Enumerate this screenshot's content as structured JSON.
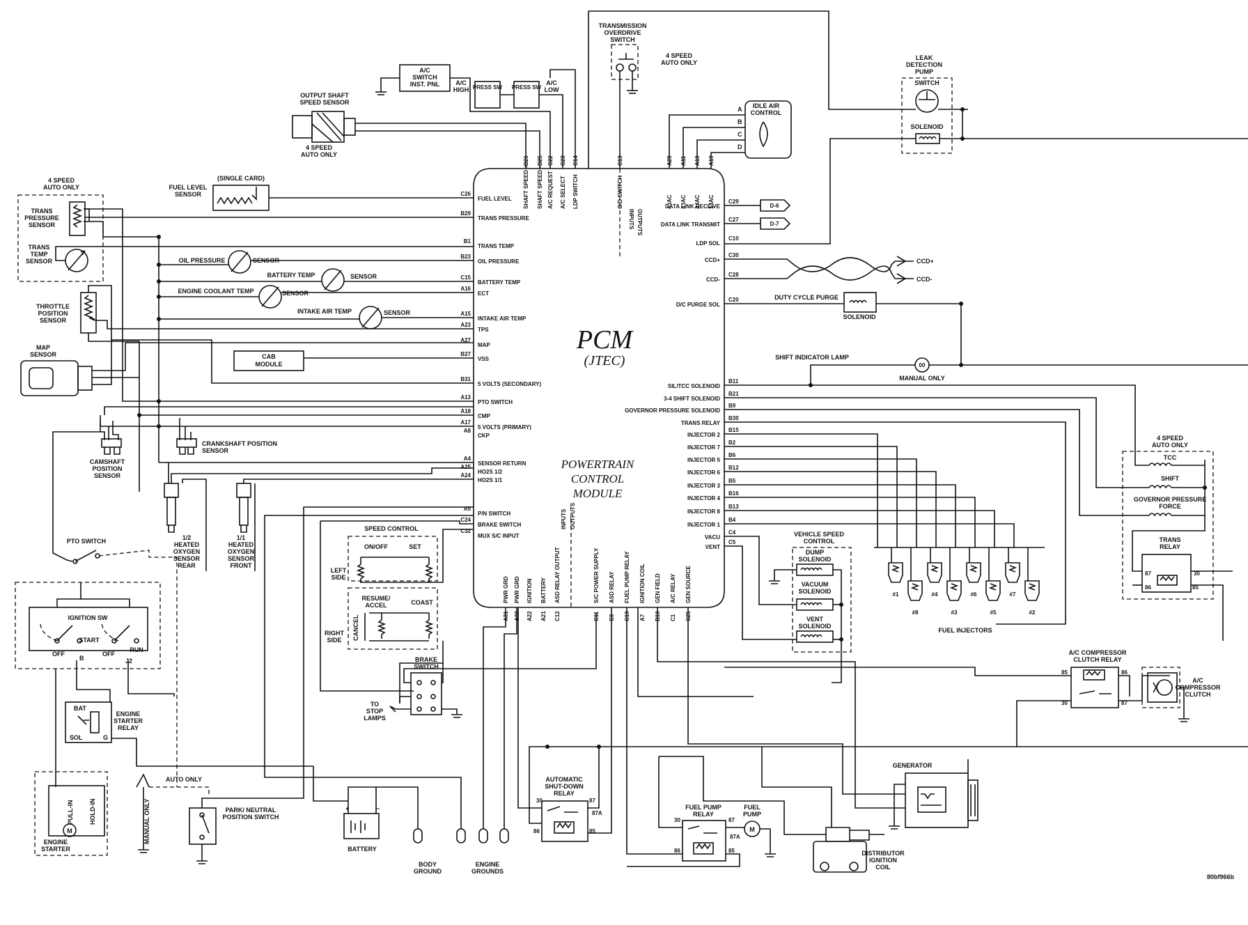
{
  "pcm": {
    "title": "PCM",
    "subtitle": "(JTEC)",
    "full_name": [
      "POWERTRAIN",
      "CONTROL",
      "MODULE"
    ],
    "left_pins": [
      {
        "pin": "C26",
        "label": "FUEL LEVEL"
      },
      {
        "pin": "B29",
        "label": "TRANS PRESSURE"
      },
      {
        "pin": "B1",
        "label": "TRANS TEMP"
      },
      {
        "pin": "B23",
        "label": "OIL PRESSURE"
      },
      {
        "pin": "C15",
        "label": "BATTERY TEMP"
      },
      {
        "pin": "A16",
        "label": "ECT"
      },
      {
        "pin": "A15",
        "label": "INTAKE AIR TEMP"
      },
      {
        "pin": "A23",
        "label": "TPS"
      },
      {
        "pin": "A27",
        "label": "MAP"
      },
      {
        "pin": "B27",
        "label": "VSS"
      },
      {
        "pin": "B31",
        "label": "5 VOLTS (SECONDARY)"
      },
      {
        "pin": "A13",
        "label": "PTO SWITCH"
      },
      {
        "pin": "A18",
        "label": "CMP"
      },
      {
        "pin": "A17",
        "label": "5 VOLTS (PRIMARY)"
      },
      {
        "pin": "A8",
        "label": "CKP"
      },
      {
        "pin": "A4",
        "label": "SENSOR RETURN"
      },
      {
        "pin": "A25",
        "label": "HO2S 1/2"
      },
      {
        "pin": "A24",
        "label": "HO2S 1/1"
      },
      {
        "pin": "A5",
        "label": "P/N SWITCH"
      },
      {
        "pin": "C24",
        "label": "BRAKE SWITCH"
      },
      {
        "pin": "C32",
        "label": "MUX S/C INPUT"
      }
    ],
    "top_pins": [
      {
        "pin": "B26",
        "label": "SHAFT SPEED +"
      },
      {
        "pin": "B25",
        "label": "SHAFT SPEED -"
      },
      {
        "pin": "C22",
        "label": "A/C REQUEST"
      },
      {
        "pin": "C23",
        "label": "A/C SELECT"
      },
      {
        "pin": "C14",
        "label": "LDP SWITCH"
      },
      {
        "pin": "C13",
        "label": "O/D SWITCH"
      },
      {
        "pin": "A20",
        "label": "4 IAC"
      },
      {
        "pin": "A11",
        "label": "3 IAC"
      },
      {
        "pin": "A10",
        "label": "2 IAC"
      },
      {
        "pin": "A19",
        "label": "1 IAC"
      }
    ],
    "right_pins": [
      {
        "pin": "C29",
        "label": "DATA LINK RECEIVE"
      },
      {
        "pin": "C27",
        "label": "DATA LINK TRANSMIT"
      },
      {
        "pin": "C10",
        "label": "LDP SOL"
      },
      {
        "pin": "C30",
        "label": "CCD+"
      },
      {
        "pin": "C28",
        "label": "CCD-"
      },
      {
        "pin": "C20",
        "label": "D/C PURGE SOL"
      },
      {
        "pin": "B11",
        "label": "SIL/TCC SOLENOID"
      },
      {
        "pin": "B21",
        "label": "3-4 SHIFT SOLENOID"
      },
      {
        "pin": "B9",
        "label": "GOVERNOR PRESSURE SOLENOID"
      },
      {
        "pin": "B30",
        "label": "TRANS RELAY"
      },
      {
        "pin": "B15",
        "label": "INJECTOR 2"
      },
      {
        "pin": "B2",
        "label": "INJECTOR 7"
      },
      {
        "pin": "B6",
        "label": "INJECTOR 5"
      },
      {
        "pin": "B12",
        "label": "INJECTOR 6"
      },
      {
        "pin": "B5",
        "label": "INJECTOR 3"
      },
      {
        "pin": "B16",
        "label": "INJECTOR 4"
      },
      {
        "pin": "B13",
        "label": "INJECTOR 8"
      },
      {
        "pin": "B4",
        "label": "INJECTOR 1"
      },
      {
        "pin": "C4",
        "label": "VACU"
      },
      {
        "pin": "C5",
        "label": "VENT"
      }
    ],
    "bottom_pins": [
      {
        "pin": "A31",
        "label": "PWR GRD"
      },
      {
        "pin": "A32",
        "label": "PWR GRD"
      },
      {
        "pin": "A22",
        "label": "IGNITION"
      },
      {
        "pin": "A21",
        "label": "BATTERY"
      },
      {
        "pin": "C12",
        "label": "ASD RELAY OUTPUT"
      },
      {
        "pin": "C11",
        "label": "S/C POWER SUPPLY"
      },
      {
        "pin": "C3",
        "label": "ASD RELAY"
      },
      {
        "pin": "C19",
        "label": "FUEL PUMP RELAY"
      },
      {
        "pin": "A7",
        "label": "IGNITION COIL"
      },
      {
        "pin": "B10",
        "label": "GEN FIELD"
      },
      {
        "pin": "C1",
        "label": "A/C RELAY"
      },
      {
        "pin": "C25",
        "label": "GEN SOURCE"
      }
    ],
    "io_marks": [
      "INPUTS",
      "OUTPUTS"
    ]
  },
  "components": {
    "trans_od_switch": [
      "TRANSMISSION",
      "OVERDRIVE",
      "SWITCH"
    ],
    "speed4_auto_only": [
      "4 SPEED",
      "AUTO ONLY"
    ],
    "ac_switch": [
      "A/C",
      "SWITCH",
      "INST. PNL"
    ],
    "press_sw": "PRESS SW",
    "ac_high": [
      "A/C",
      "HIGH"
    ],
    "ac_low": [
      "A/C",
      "LOW"
    ],
    "output_shaft": [
      "OUTPUT SHAFT",
      "SPEED SENSOR"
    ],
    "idle_air": [
      "IDLE AIR",
      "CONTROL"
    ],
    "iac_letters": [
      "A",
      "B",
      "C",
      "D"
    ],
    "leak_pump": [
      "LEAK",
      "DETECTION",
      "PUMP"
    ],
    "switch": "SWITCH",
    "solenoid": "SOLENOID",
    "fuel_level": [
      "FUEL LEVEL",
      "SENSOR"
    ],
    "single_card": "(SINGLE CARD)",
    "trans_pressure": [
      "TRANS",
      "PRESSURE",
      "SENSOR"
    ],
    "trans_temp": [
      "TRANS",
      "TEMP",
      "SENSOR"
    ],
    "oil_pressure": "OIL PRESSURE",
    "sensor": "SENSOR",
    "battery_temp": "BATTERY TEMP",
    "engine_coolant": "ENGINE COOLANT TEMP",
    "intake_air": "INTAKE AIR TEMP",
    "throttle": [
      "THROTTLE",
      "POSITION",
      "SENSOR"
    ],
    "map_sensor": [
      "MAP",
      "SENSOR"
    ],
    "cab_module": [
      "CAB",
      "MODULE"
    ],
    "camshaft": [
      "CAMSHAFT",
      "POSITION",
      "SENSOR"
    ],
    "crankshaft": [
      "CRANKSHAFT POSITION",
      "SENSOR"
    ],
    "o2_rear": [
      "1/2",
      "HEATED",
      "OXYGEN",
      "SENSOR",
      "REAR"
    ],
    "o2_front": [
      "1/1",
      "HEATED",
      "OXYGEN",
      "SENSOR",
      "FRONT"
    ],
    "pto_switch": "PTO SWITCH",
    "speed_control": "SPEED CONTROL",
    "on_off": "ON/OFF",
    "set": "SET",
    "left_side": [
      "LEFT",
      "SIDE"
    ],
    "right_side": [
      "RIGHT",
      "SIDE"
    ],
    "resume": [
      "RESUME/",
      "ACCEL"
    ],
    "coast": "COAST",
    "cancel": "CANCEL",
    "ignition_sw": "IGNITION SW",
    "start": "START",
    "run": "RUN",
    "off": "OFF",
    "bat": "BAT",
    "sol": "SOL",
    "g": "G",
    "b": "B",
    "j2": "J2",
    "starter_relay": [
      "ENGINE",
      "STARTER",
      "RELAY"
    ],
    "starter": [
      "ENGINE",
      "STARTER"
    ],
    "pull_in": "PULL-IN",
    "hold_in": "HOLD-IN",
    "manual_only": "MANUAL ONLY",
    "auto_only": "AUTO ONLY",
    "park_neutral": [
      "PARK/ NEUTRAL",
      "POSITION SWITCH"
    ],
    "brake_switch": [
      "BRAKE",
      "SWITCH"
    ],
    "to_stop": [
      "TO",
      "STOP",
      "LAMPS"
    ],
    "battery": "BATTERY",
    "body_ground": [
      "BODY",
      "GROUND"
    ],
    "engine_grounds": [
      "ENGINE",
      "GROUNDS"
    ],
    "asd_relay": [
      "AUTOMATIC",
      "SHUT-DOWN",
      "RELAY"
    ],
    "fuel_pump_relay": [
      "FUEL PUMP",
      "RELAY"
    ],
    "fuel_pump": [
      "FUEL",
      "PUMP"
    ],
    "relay_terms": [
      "30",
      "87",
      "87A",
      "86",
      "85"
    ],
    "distributor": [
      "DISTRIBUTOR",
      "IGNITION",
      "COIL"
    ],
    "generator": "GENERATOR",
    "vehicle_speed": [
      "VEHICLE SPEED",
      "CONTROL"
    ],
    "dump": [
      "DUMP",
      "SOLENOID"
    ],
    "vacuum": [
      "VACUUM",
      "SOLENOID"
    ],
    "vent": [
      "VENT",
      "SOLENOID"
    ],
    "fuel_injectors": "FUEL INJECTORS",
    "injector_nums": [
      "#1",
      "#8",
      "#4",
      "#3",
      "#6",
      "#5",
      "#7",
      "#2"
    ],
    "tcc": "TCC",
    "shift": "SHIFT",
    "gov_pressure": [
      "GOVERNOR PRESSURE",
      "FORCE"
    ],
    "trans_relay": [
      "TRANS",
      "RELAY"
    ],
    "ac_comp_relay": [
      "A/C COMPRESSOR",
      "CLUTCH RELAY"
    ],
    "ac_comp_clutch": [
      "A/C",
      "COMPRESSOR",
      "CLUTCH"
    ],
    "shift_lamp": "SHIFT INDICATOR LAMP",
    "manual_only_lamp": "MANUAL ONLY",
    "duty_cycle": "DUTY CYCLE PURGE",
    "purge_solenoid": "SOLENOID",
    "d6": "D-6",
    "d7": "D-7",
    "ccd_plus": "CCD+",
    "ccd_minus": "CCD-",
    "m": "M"
  },
  "figure_id": "80bf966b"
}
